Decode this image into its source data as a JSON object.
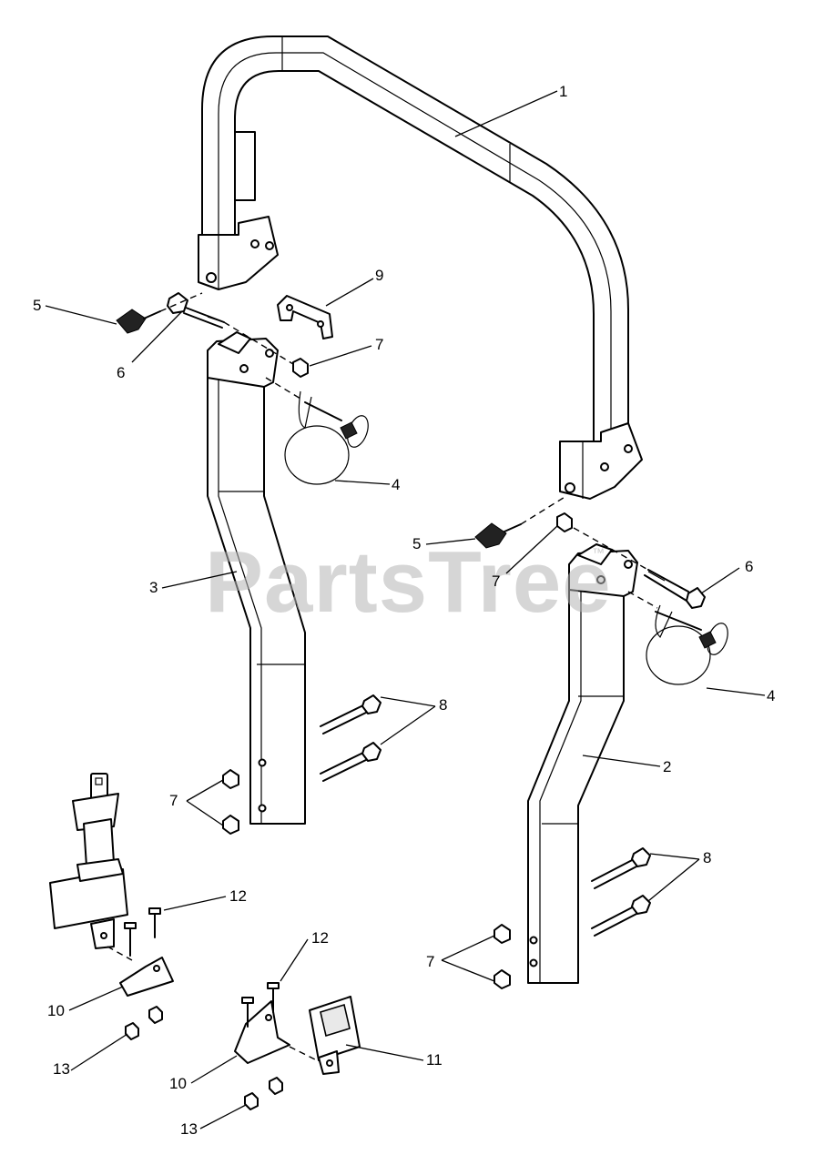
{
  "watermark": {
    "text": "PartsTree",
    "trademark": "™"
  },
  "callouts": [
    "1",
    "9",
    "5",
    "7",
    "6",
    "4",
    "5",
    "7",
    "6",
    "3",
    "8",
    "4",
    "2",
    "7",
    "8",
    "12",
    "12",
    "10",
    "11",
    "10",
    "13",
    "13",
    "7"
  ],
  "colors": {
    "line": "#000000",
    "watermark": "#b4b4b4",
    "background": "#ffffff"
  }
}
